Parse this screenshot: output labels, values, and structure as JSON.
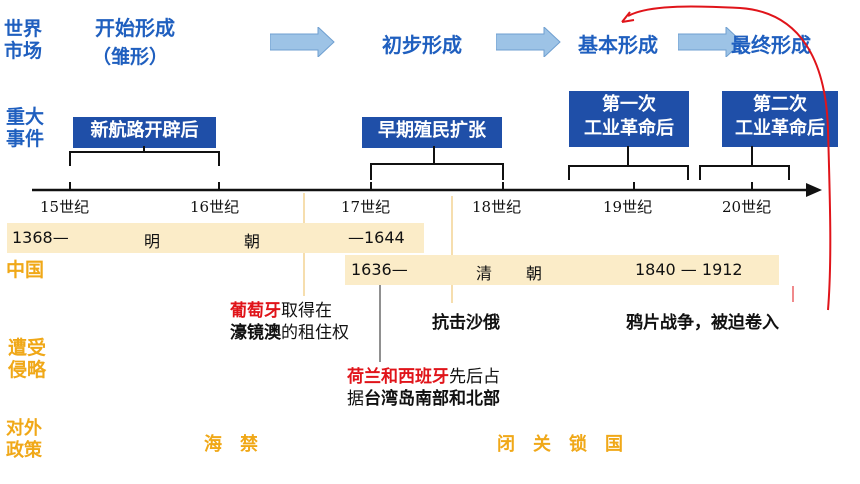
{
  "world_market": {
    "label": "世界\n市场",
    "stage1": "开始形成",
    "stage1_sub": "（雏形）",
    "stage2": "初步形成",
    "stage3": "基本形成",
    "stage4": "最终形成"
  },
  "events": {
    "label": "重大\n事件",
    "items": [
      "新航路开辟后",
      "早期殖民扩张",
      "第一次\n工业革命后",
      "第二次\n工业革命后"
    ]
  },
  "centuries": [
    "15世纪",
    "16世纪",
    "17世纪",
    "18世纪",
    "19世纪",
    "20世纪"
  ],
  "china": {
    "label": "中国",
    "ming_start": "1368—",
    "ming_name_1": "明",
    "ming_name_2": "朝",
    "ming_end": "—1644",
    "qing_start": "1636—",
    "qing_name_1": "清",
    "qing_name_2": "朝",
    "qing_years": "1840 — 1912"
  },
  "invasion": {
    "label": "遭受\n侵略",
    "portugal_red": "葡萄牙",
    "portugal_rest": "取得在",
    "portugal_line2_bold": "濠镜澳",
    "portugal_line2_rest": "的租住权",
    "russia": "抗击沙俄",
    "opium": "鸦片战争，被迫卷入",
    "dutch_red": "荷兰和西班牙",
    "dutch_rest": "先后占",
    "dutch_line2_pre": "据",
    "dutch_line2_bold": "台湾岛南部和北部"
  },
  "policy": {
    "label": "对外\n政策",
    "ban": "海　禁",
    "closed": "闭　关　锁　国"
  },
  "colors": {
    "blue": "#1f5fbf",
    "box": "#1f4fa8",
    "gold": "#f0a818",
    "red": "#e0141a",
    "band": "#fbecc8",
    "arrow": "#9dc3e6"
  }
}
